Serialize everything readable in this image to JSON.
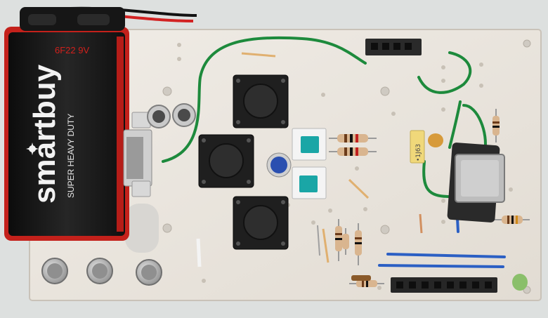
{
  "battery": {
    "brand": "smartbuy",
    "tagline": "SUPER HEAVY DUTY",
    "model": "6F22 9V"
  },
  "crystal": {
    "marking": "•1J63"
  },
  "colors": {
    "background": "#dfe1e0",
    "pcb": "#e9e4dc",
    "battery_body": "#151515",
    "battery_trim": "#d0201c",
    "wire_green": "#1d8a3c",
    "wire_blue": "#2b5fc4"
  }
}
